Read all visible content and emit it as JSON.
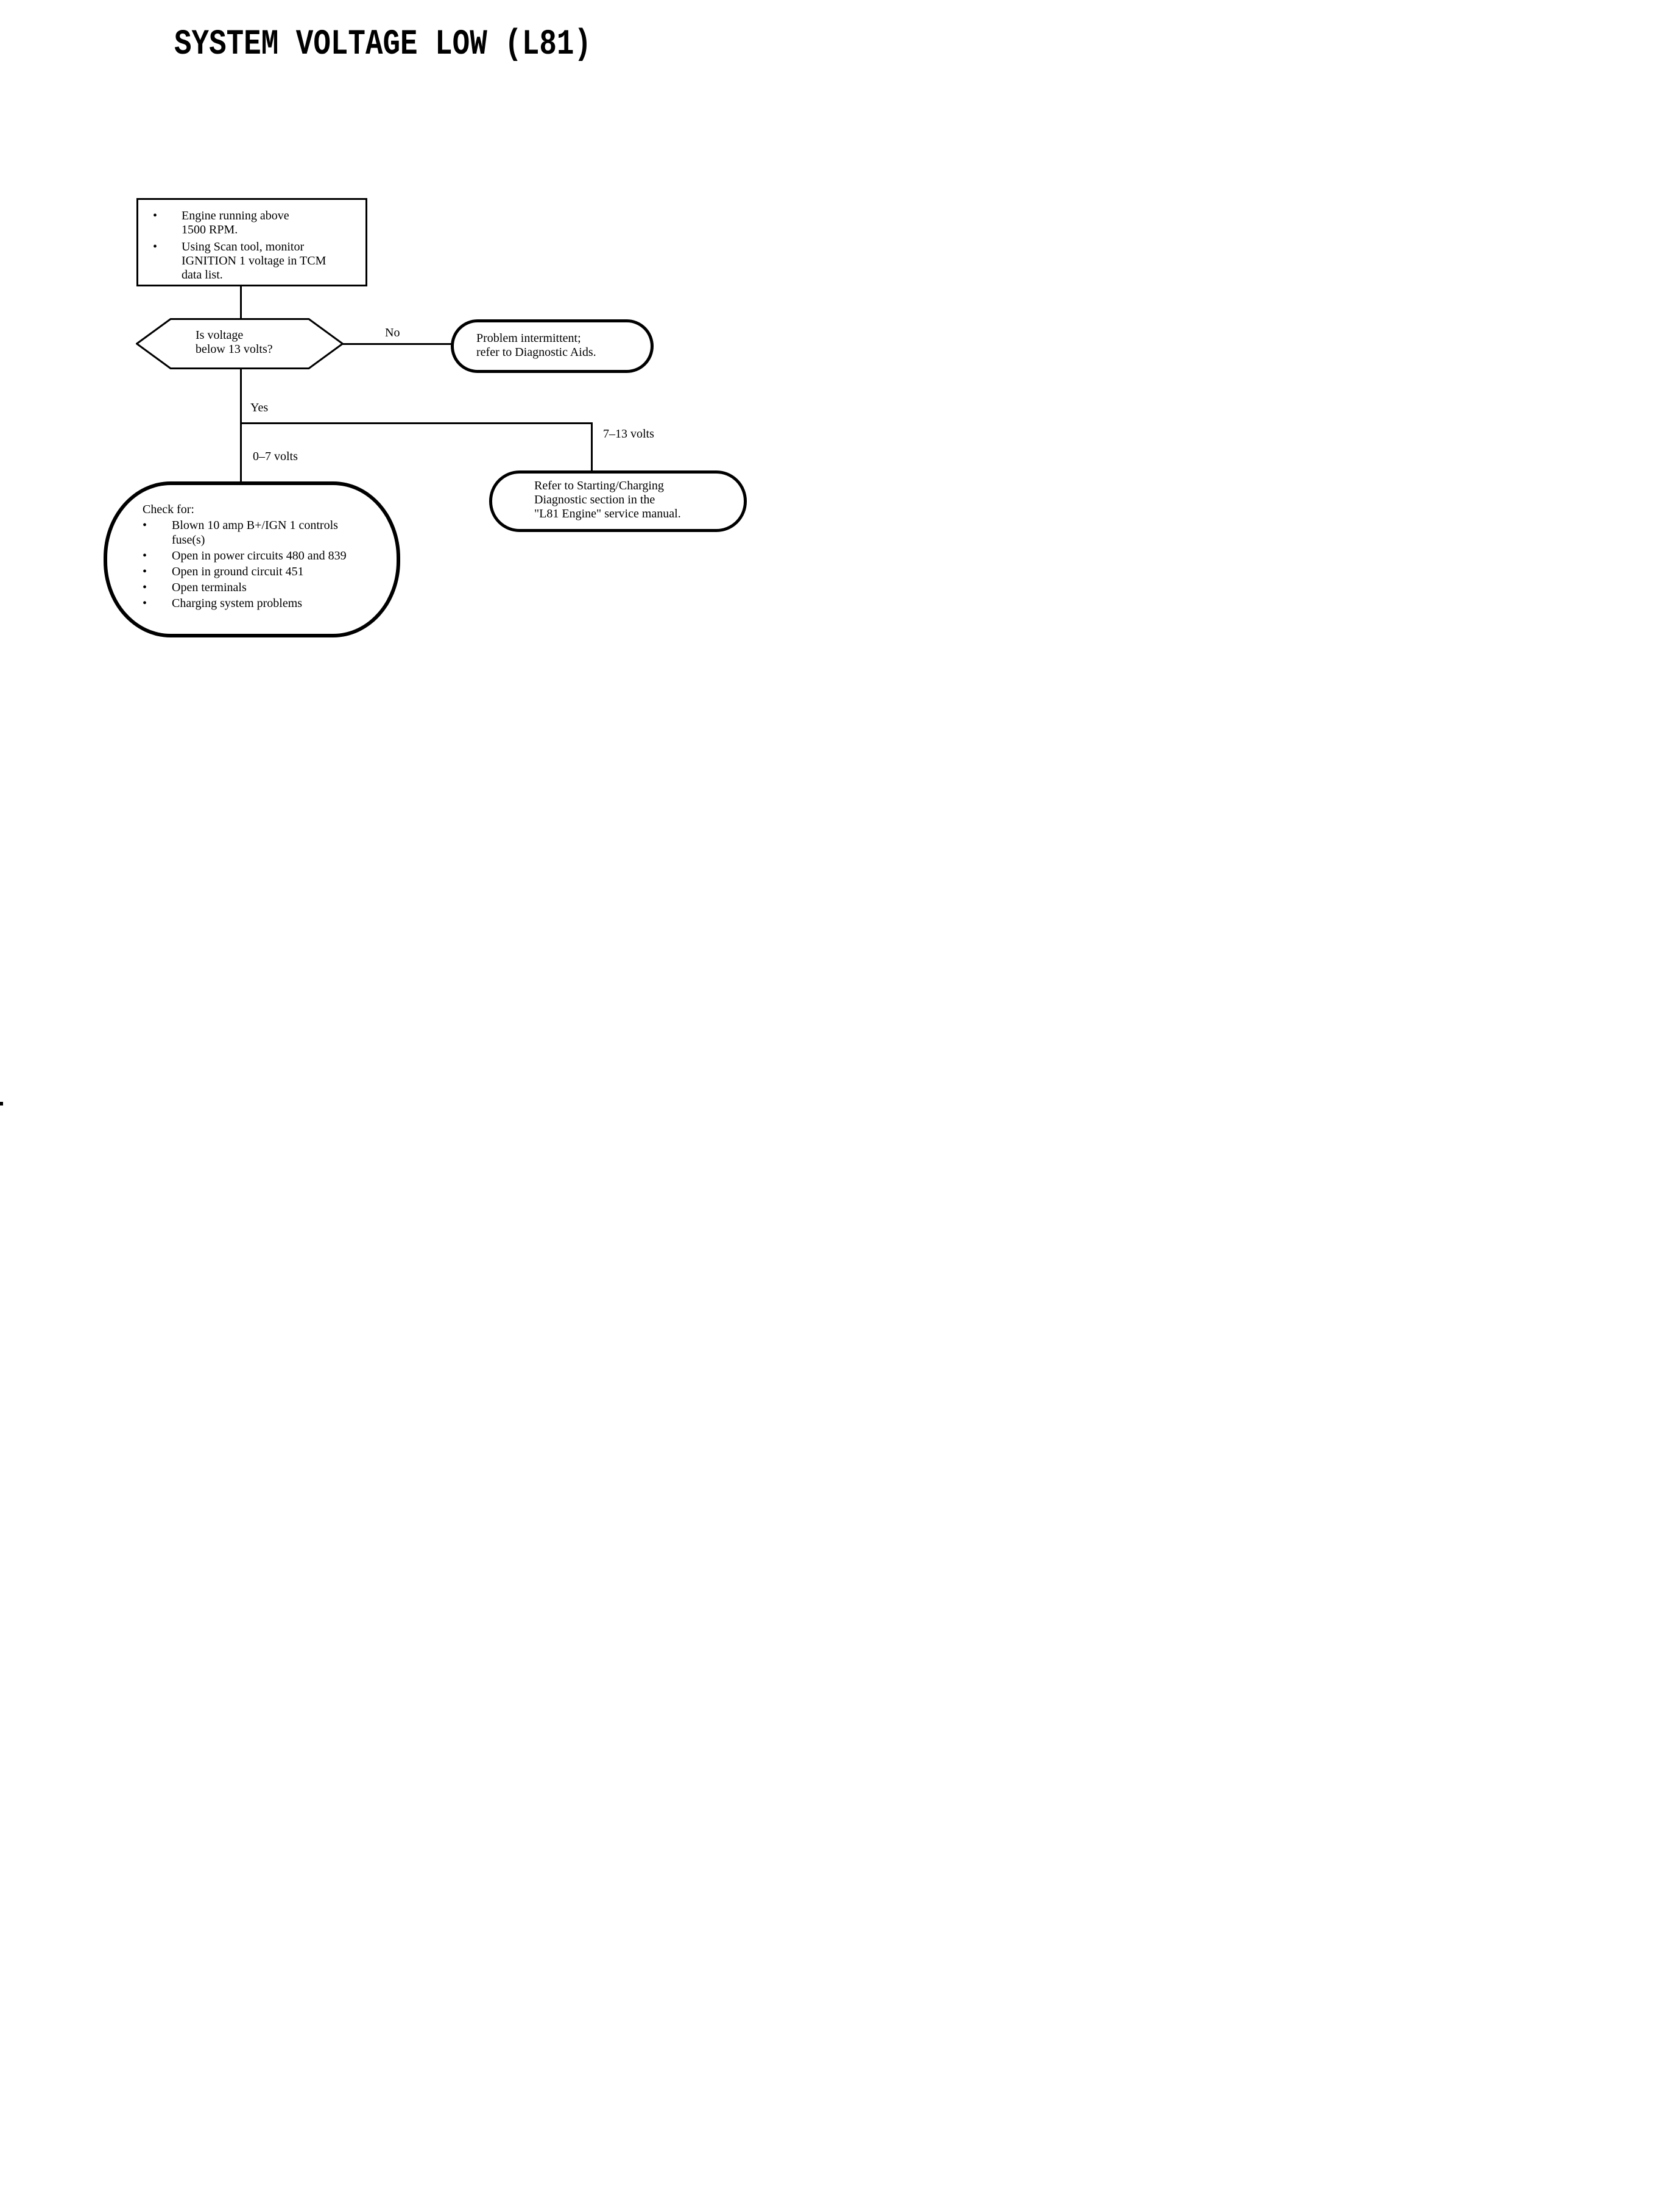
{
  "title": "SYSTEM VOLTAGE LOW (L81)",
  "glyphs": {
    "bullet": "•"
  },
  "start_box": {
    "item1_line1": "Engine running above",
    "item1_line2": "1500 RPM.",
    "item2_line1": "Using Scan tool, monitor",
    "item2_line2": "IGNITION 1 voltage in TCM",
    "item2_line3": "data list."
  },
  "decision": {
    "line1": "Is voltage",
    "line2": "below 13 volts?"
  },
  "branch_labels": {
    "no": "No",
    "yes": "Yes",
    "low_voltage": "0–7 volts",
    "high_voltage": "7–13 volts"
  },
  "intermittent_box": {
    "line1": "Problem intermittent;",
    "line2": "refer to Diagnostic Aids."
  },
  "check_box": {
    "heading": "Check for:",
    "items": [
      "Blown 10 amp B+/IGN 1 controls fuse(s)",
      "Open in power circuits 480 and 839",
      "Open in ground circuit 451",
      "Open terminals",
      "Charging system problems"
    ]
  },
  "refer_box": {
    "line1": "Refer to Starting/Charging",
    "line2": "Diagnostic section in the",
    "line3": "\"L81 Engine\" service manual."
  }
}
